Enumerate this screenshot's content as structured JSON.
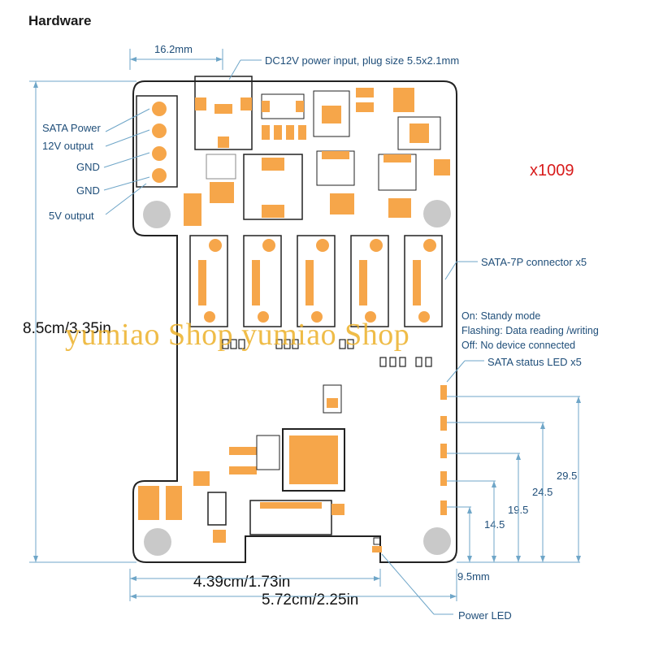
{
  "title": "Hardware",
  "model": "x1009",
  "watermark": "yumiao Shop yumiao Shop",
  "labels": {
    "sata_power": "SATA Power",
    "v12_output": "12V output",
    "gnd1": "GND",
    "gnd2": "GND",
    "v5_output": "5V output",
    "dc_input": "DC12V power input, plug size 5.5x2.1mm",
    "sata_connector": "SATA-7P connector x5",
    "led_on": "On: Standy mode",
    "led_flashing": "Flashing: Data reading /writing",
    "led_off": "Off: No device connected",
    "sata_led": "SATA status LED x5",
    "power_led": "Power LED"
  },
  "dimensions": {
    "top_width": "16.2mm",
    "height": "8.5cm/3.35in",
    "width_inner": "4.39cm/1.73in",
    "width_total": "5.72cm/2.25in",
    "right_offset": "9.5mm",
    "v1": "14.5",
    "v2": "19.5",
    "v3": "24.5",
    "v4": "29.5"
  },
  "colors": {
    "dimension_line": "#6fa6c8",
    "label_text": "#1f4e79",
    "board_outline": "#222222",
    "pad_orange": "#f6a64a",
    "hole_gray": "#c9c9c9",
    "model_red": "#d81b1b"
  }
}
